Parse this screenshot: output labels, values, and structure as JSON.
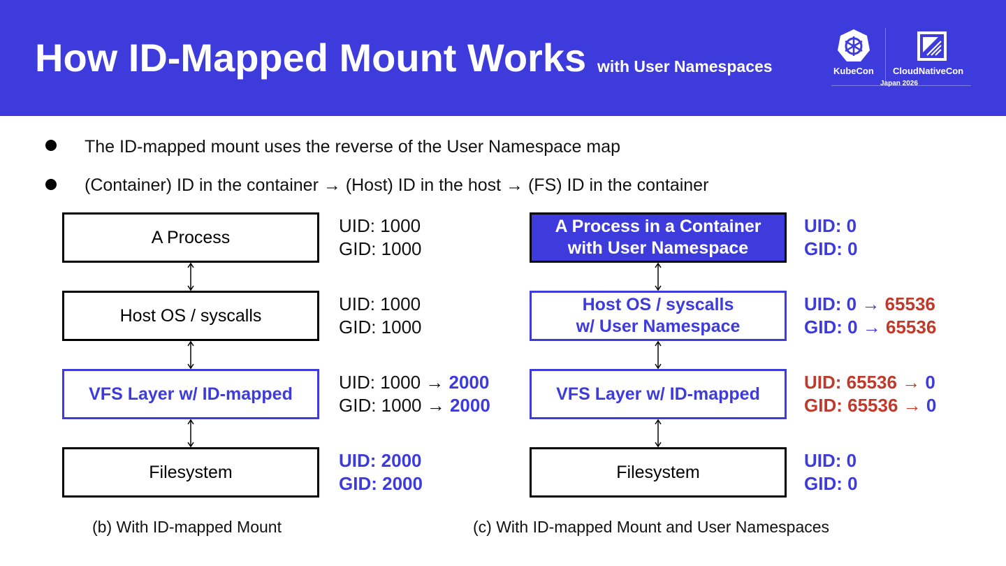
{
  "header": {
    "title": "How ID-Mapped Mount Works",
    "subtitle": "with User Namespaces",
    "logo": {
      "left": "KubeCon",
      "right": "CloudNativeCon",
      "event": "Japan 2026"
    }
  },
  "bullets": [
    "The ID-mapped mount uses the reverse of the User Namespace map",
    "(Container) ID in the container → (Host) ID in the host → (FS) ID in the container"
  ],
  "diagram_b": {
    "caption": "(b) With ID-mapped Mount",
    "layers": [
      {
        "label": [
          "A Process"
        ],
        "style": "black",
        "uid": [
          {
            "t": "UID: 1000",
            "c": "black"
          }
        ],
        "gid": [
          {
            "t": "GID: 1000",
            "c": "black"
          }
        ]
      },
      {
        "label": [
          "Host OS / syscalls"
        ],
        "style": "black",
        "uid": [
          {
            "t": "UID: 1000",
            "c": "black"
          }
        ],
        "gid": [
          {
            "t": "GID: 1000",
            "c": "black"
          }
        ]
      },
      {
        "label": [
          "VFS Layer w/ ID-mapped"
        ],
        "style": "blue",
        "uid": [
          {
            "t": "UID: 1000 → ",
            "c": "black"
          },
          {
            "t": "2000",
            "c": "blue"
          }
        ],
        "gid": [
          {
            "t": "GID: 1000 → ",
            "c": "black"
          },
          {
            "t": "2000",
            "c": "blue"
          }
        ]
      },
      {
        "label": [
          "Filesystem"
        ],
        "style": "black",
        "uid": [
          {
            "t": "UID: 2000",
            "c": "blue"
          }
        ],
        "gid": [
          {
            "t": "GID: 2000",
            "c": "blue"
          }
        ]
      }
    ]
  },
  "diagram_c": {
    "caption": "(c) With ID-mapped Mount and User Namespaces",
    "layers": [
      {
        "label": [
          "A Process in a Container",
          "with User Namespace"
        ],
        "style": "filled",
        "uid": [
          {
            "t": "UID: 0",
            "c": "blue"
          }
        ],
        "gid": [
          {
            "t": "GID: 0",
            "c": "blue"
          }
        ]
      },
      {
        "label": [
          "Host OS / syscalls",
          "w/ User Namespace"
        ],
        "style": "blue",
        "uid": [
          {
            "t": "UID: 0 → ",
            "c": "blue"
          },
          {
            "t": "65536",
            "c": "red"
          }
        ],
        "gid": [
          {
            "t": "GID: 0 → ",
            "c": "blue"
          },
          {
            "t": "65536",
            "c": "red"
          }
        ]
      },
      {
        "label": [
          "VFS Layer w/ ID-mapped"
        ],
        "style": "blue",
        "uid": [
          {
            "t": "UID: 65536 → ",
            "c": "red"
          },
          {
            "t": "0",
            "c": "blue"
          }
        ],
        "gid": [
          {
            "t": "GID: 65536 → ",
            "c": "red"
          },
          {
            "t": "0",
            "c": "blue"
          }
        ]
      },
      {
        "label": [
          "Filesystem"
        ],
        "style": "black",
        "uid": [
          {
            "t": "UID: 0",
            "c": "blue"
          }
        ],
        "gid": [
          {
            "t": "GID: 0",
            "c": "blue"
          }
        ]
      }
    ]
  }
}
